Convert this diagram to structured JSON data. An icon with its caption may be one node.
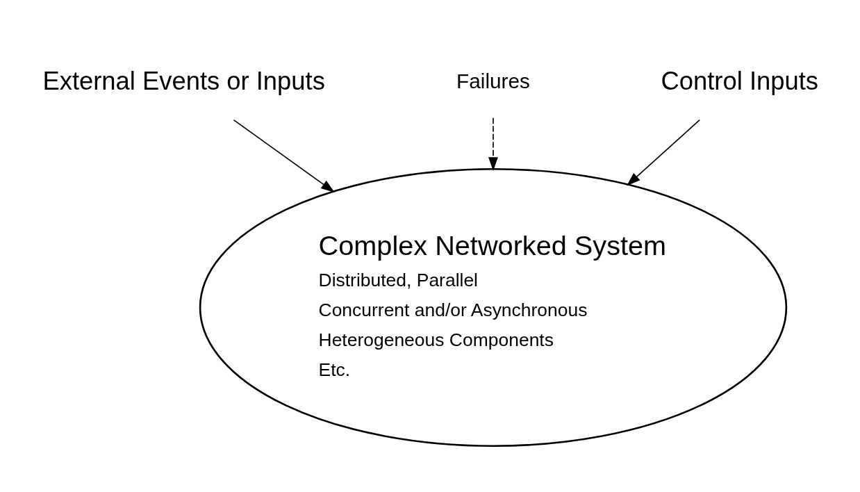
{
  "diagram": {
    "nodes": [
      {
        "text": [
          "Complex Networked System",
          "Distributed, Parallel",
          "Concurrent and/or Asynchronous",
          "Heterogeneous Components",
          "Etc."
        ]
      },
      {
        "text": [
          "External Events or Inputs"
        ]
      },
      {
        "text": [
          "Failures"
        ]
      },
      {
        "text": [
          "Control Inputs"
        ]
      }
    ],
    "edges": [
      {
        "from": 1,
        "to": 0,
        "arrow": "to"
      },
      {
        "from": 2,
        "to": 0,
        "arrow": "to",
        "style": "dashed"
      },
      {
        "from": 3,
        "to": 0,
        "arrow": "to"
      }
    ]
  }
}
